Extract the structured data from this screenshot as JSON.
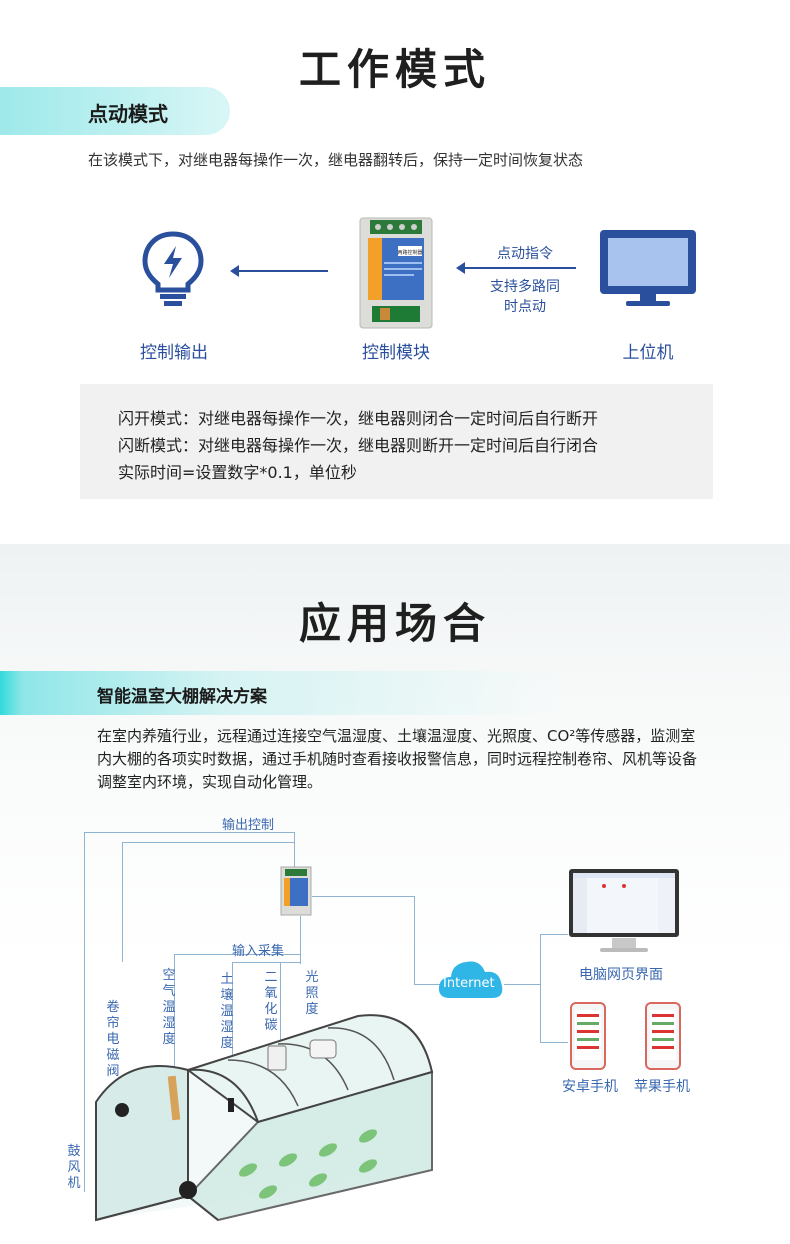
{
  "section1": {
    "title": "工作模式",
    "tag": "点动模式",
    "description": "在该模式下，对继电器每操作一次，继电器翻转后，保持一定时间恢复状态",
    "nodes": {
      "output": "控制输出",
      "module": "控制模块",
      "host": "上位机"
    },
    "arrow_label_top": "点动指令",
    "arrow_label_bottom_1": "支持多路同",
    "arrow_label_bottom_2": "时点动",
    "module_screen_text": "两路控制器",
    "notes": [
      "闪开模式：对继电器每操作一次，继电器则闭合一定时间后自行断开",
      "闪断模式：对继电器每操作一次，继电器则断开一定时间后自行闭合",
      "实际时间=设置数字*0.1，单位秒"
    ]
  },
  "section2": {
    "title": "应用场合",
    "tag": "智能温室大棚解决方案",
    "description": "在室内养殖行业，远程通过连接空气温湿度、土壤温湿度、光照度、CO²等传感器，监测室内大棚的各项实时数据，通过手机随时查看接收报警信息，同时远程控制卷帘、风机等设备调整室内环境，实现自动化管理。",
    "diagram": {
      "output_control": "输出控制",
      "input_collect": "输入采集",
      "internet": "Internet",
      "pc_label": "电脑网页界面",
      "android_label": "安卓手机",
      "iphone_label": "苹果手机",
      "sensors": [
        "空气温湿度",
        "土壤温湿度",
        "二氧化碳",
        "光照度"
      ],
      "actuators": [
        "卷帘电磁阀",
        "鼓风机"
      ]
    }
  },
  "colors": {
    "accent_blue": "#2a4f9c",
    "teal": "#33dadb",
    "diagram_blue": "#3a68b0"
  }
}
